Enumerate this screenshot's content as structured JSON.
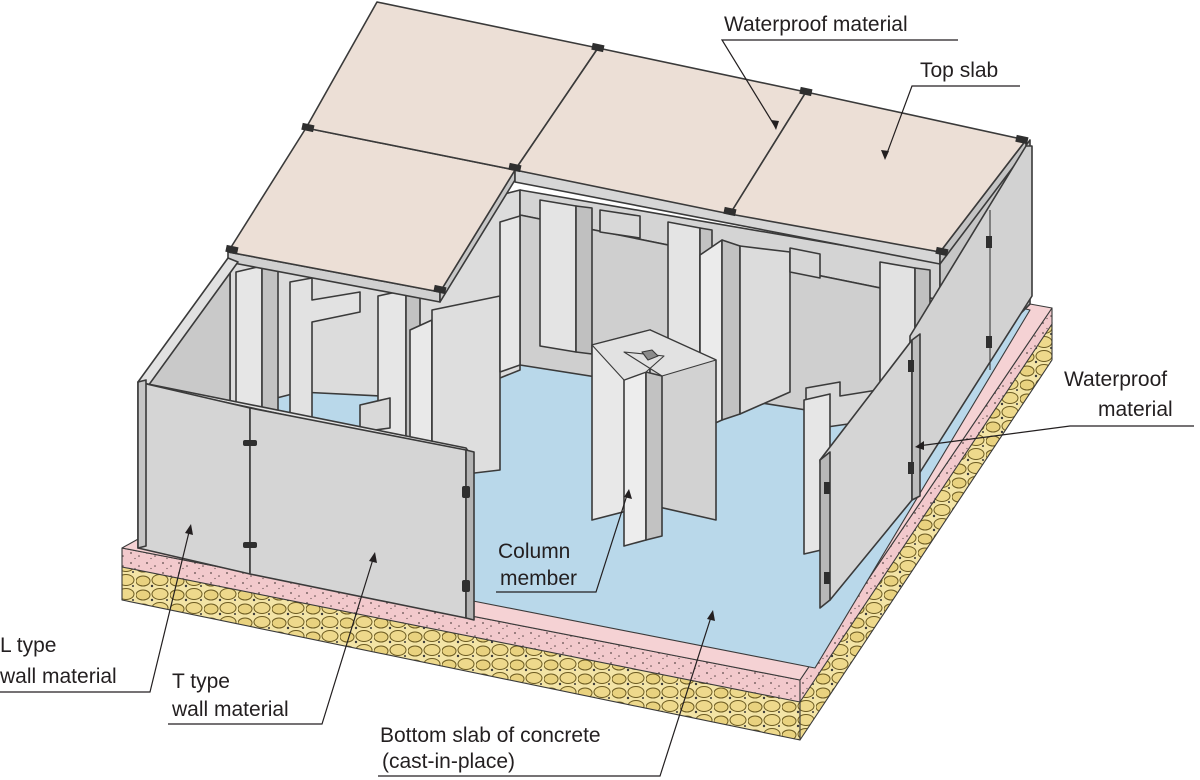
{
  "colors": {
    "top_slab": "#ecdfd6",
    "floor": "#b9d8ea",
    "wall_face": "#d5d5d5",
    "wall_light": "#e6e6e6",
    "wall_dark": "#bdbdbd",
    "waterproof_band": "#f2c9cc",
    "concrete_base": "#f2e2a2",
    "gravel": "#d8c26d",
    "outline": "#3a3a3a"
  },
  "labels": {
    "waterproof_top": "Waterproof material",
    "top_slab": "Top slab",
    "waterproof_side_line1": "Waterproof",
    "waterproof_side_line2": "material",
    "column_line1": "Column",
    "column_line2": "member",
    "l_type_line1": "L type",
    "l_type_line2": "wall material",
    "t_type_line1": "T type",
    "t_type_line2": "wall material",
    "bottom_line1": "Bottom slab of concrete",
    "bottom_line2": "(cast-in-place)"
  }
}
